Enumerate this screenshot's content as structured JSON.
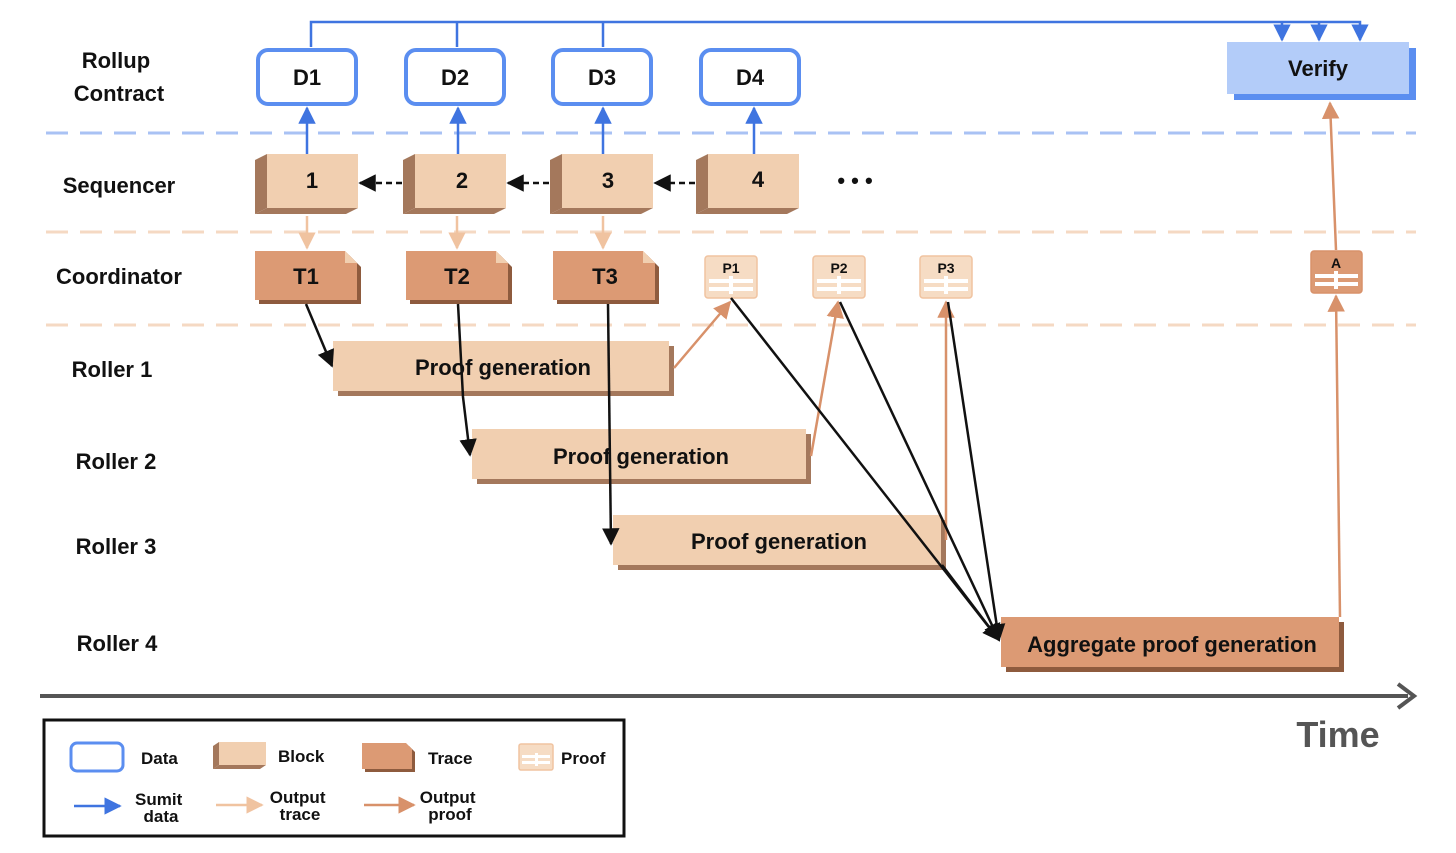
{
  "colors": {
    "data_border": "#5b8ef0",
    "submit_arrow": "#3f74e0",
    "block_face": "#f1cfb0",
    "block_side": "#a4785c",
    "trace_face": "#dc9a74",
    "trace_shadow": "#8e5b3e",
    "proof_face": "#f6dcc4",
    "output_trace": "#f0c3a0",
    "output_proof": "#d8916a",
    "verify_face": "#b3ccf9",
    "verify_shadow": "#5b8ef0",
    "dashed_blue": "#a9c2f4",
    "dashed_orange": "#f5d9c3",
    "time_axis": "#555555"
  },
  "rows": {
    "rollup": "Rollup\nContract",
    "sequencer": "Sequencer",
    "coordinator": "Coordinator",
    "roller1": "Roller 1",
    "roller2": "Roller 2",
    "roller3": "Roller 3",
    "roller4": "Roller 4"
  },
  "data_boxes": [
    "D1",
    "D2",
    "D3",
    "D4"
  ],
  "verify": "Verify",
  "blocks": [
    "1",
    "2",
    "3",
    "4"
  ],
  "ellipsis": "• • •",
  "traces": [
    "T1",
    "T2",
    "T3"
  ],
  "proofs": [
    "P1",
    "P2",
    "P3"
  ],
  "aggregate_proof": "A",
  "proof_bars": [
    "Proof generation",
    "Proof generation",
    "Proof generation"
  ],
  "aggregate_bar": "Aggregate proof generation",
  "time_label": "Time",
  "legend": {
    "data": "Data",
    "block": "Block",
    "trace": "Trace",
    "proof": "Proof",
    "submit": "Sumit\ndata",
    "output_trace": "Output\ntrace",
    "output_proof": "Output\nproof"
  }
}
